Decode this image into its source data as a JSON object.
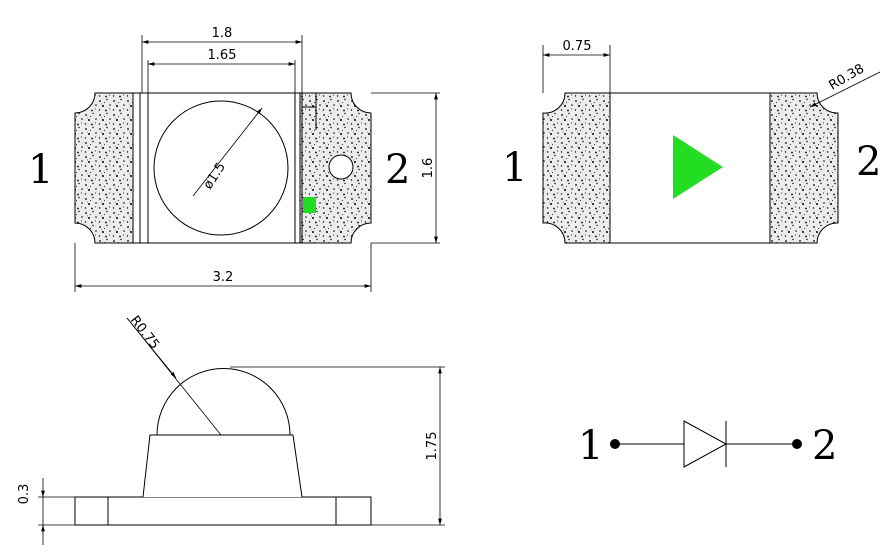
{
  "pins": {
    "one": "1",
    "two": "2"
  },
  "dimensions": {
    "top_outer_width": "1.8",
    "top_inner_width": "1.65",
    "total_length": "3.2",
    "height": "1.6",
    "lens_diameter": "ø1.5",
    "pad_width": "0.75",
    "corner_radius": "R0.38",
    "dome_radius": "R0.75",
    "total_height": "1.75",
    "base_thickness": "0.3"
  },
  "colors": {
    "indicator": "#22dd22",
    "outline": "#000000",
    "pad_fill": "#e6e6e6"
  }
}
